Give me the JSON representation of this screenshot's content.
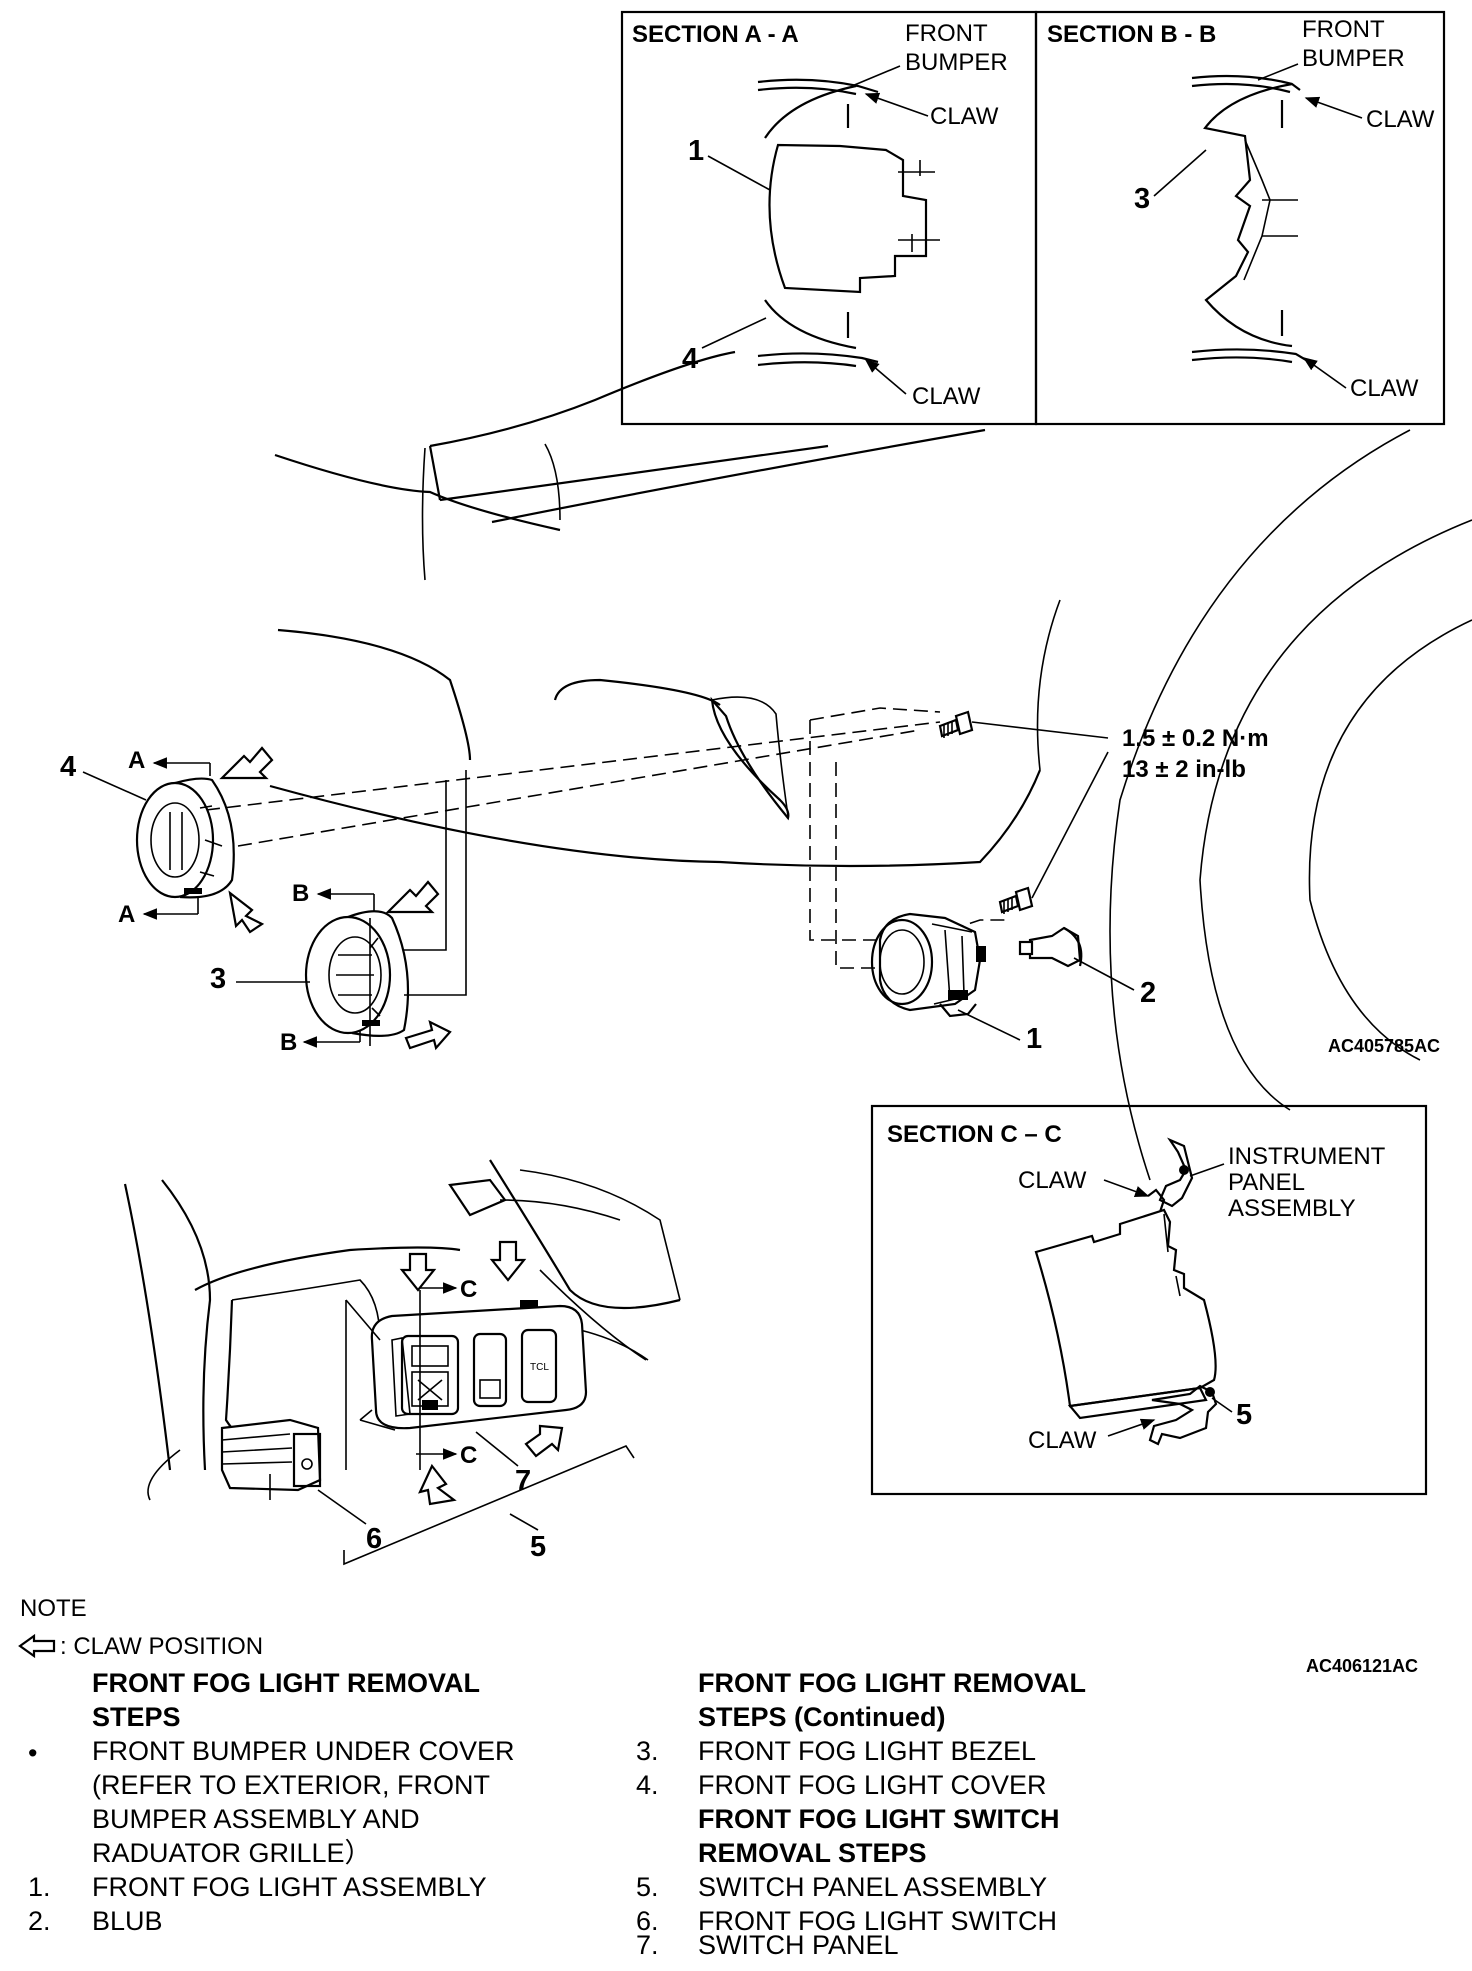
{
  "section_aa": {
    "title": "SECTION A - A",
    "front_bumper_1": "FRONT",
    "front_bumper_2": "BUMPER",
    "claw_top": "CLAW",
    "claw_bottom": "CLAW",
    "callout_1": "1",
    "callout_4": "4"
  },
  "section_bb": {
    "title": "SECTION B - B",
    "front_bumper_1": "FRONT",
    "front_bumper_2": "BUMPER",
    "claw_top": "CLAW",
    "claw_bottom": "CLAW",
    "callout_3": "3"
  },
  "main_view": {
    "torque_1": "1.5 ± 0.2 N·m",
    "torque_2": "13 ± 2 in-lb",
    "callout_4": "4",
    "callout_3": "3",
    "callout_2": "2",
    "callout_1": "1",
    "section_a_top": "A",
    "section_a_bottom": "A",
    "section_b_top": "B",
    "section_b_bottom": "B",
    "figure_code": "AC405785AC"
  },
  "section_cc": {
    "title": "SECTION C – C",
    "claw_top": "CLAW",
    "claw_bottom": "CLAW",
    "instrument_1": "INSTRUMENT",
    "instrument_2": "PANEL",
    "instrument_3": "ASSEMBLY",
    "callout_5": "5"
  },
  "switch_view": {
    "section_c_top": "C",
    "section_c_bottom": "C",
    "callout_7": "7",
    "callout_6": "6",
    "callout_5": "5",
    "button_text": "TCL",
    "figure_code": "AC406121AC"
  },
  "note": {
    "title": "NOTE",
    "claw_position": ": CLAW POSITION"
  },
  "steps_left": {
    "heading_1": "FRONT FOG LIGHT REMOVAL",
    "heading_2": "STEPS",
    "items": [
      {
        "key": "•",
        "lines": [
          "FRONT BUMPER UNDER COVER",
          "(REFER TO EXTERIOR, FRONT",
          "BUMPER ASSEMBLY AND",
          "RADUATOR GRILLE）"
        ]
      },
      {
        "key": "1.",
        "lines": [
          "FRONT FOG  LIGHT ASSEMBLY"
        ]
      },
      {
        "key": "2.",
        "lines": [
          "BLUB"
        ]
      }
    ]
  },
  "steps_right": {
    "heading_1": "FRONT FOG LIGHT REMOVAL",
    "heading_2": "STEPS (Continued)",
    "items_a": [
      {
        "key": "3.",
        "lines": [
          "FRONT FOG  LIGHT BEZEL"
        ]
      },
      {
        "key": "4.",
        "lines": [
          "FRONT FOG  LIGHT COVER"
        ]
      }
    ],
    "switch_heading_1": "FRONT FOG LIGHT SWITCH",
    "switch_heading_2": "REMOVAL STEPS",
    "items_b": [
      {
        "key": "5.",
        "lines": [
          "SWITCH PANEL ASSEMBLY"
        ]
      },
      {
        "key": "6.",
        "lines": [
          "FRONT FOG  LIGHT SWITCH"
        ]
      },
      {
        "key": "7.",
        "lines": [
          "SWITCH PANEL"
        ]
      }
    ]
  }
}
